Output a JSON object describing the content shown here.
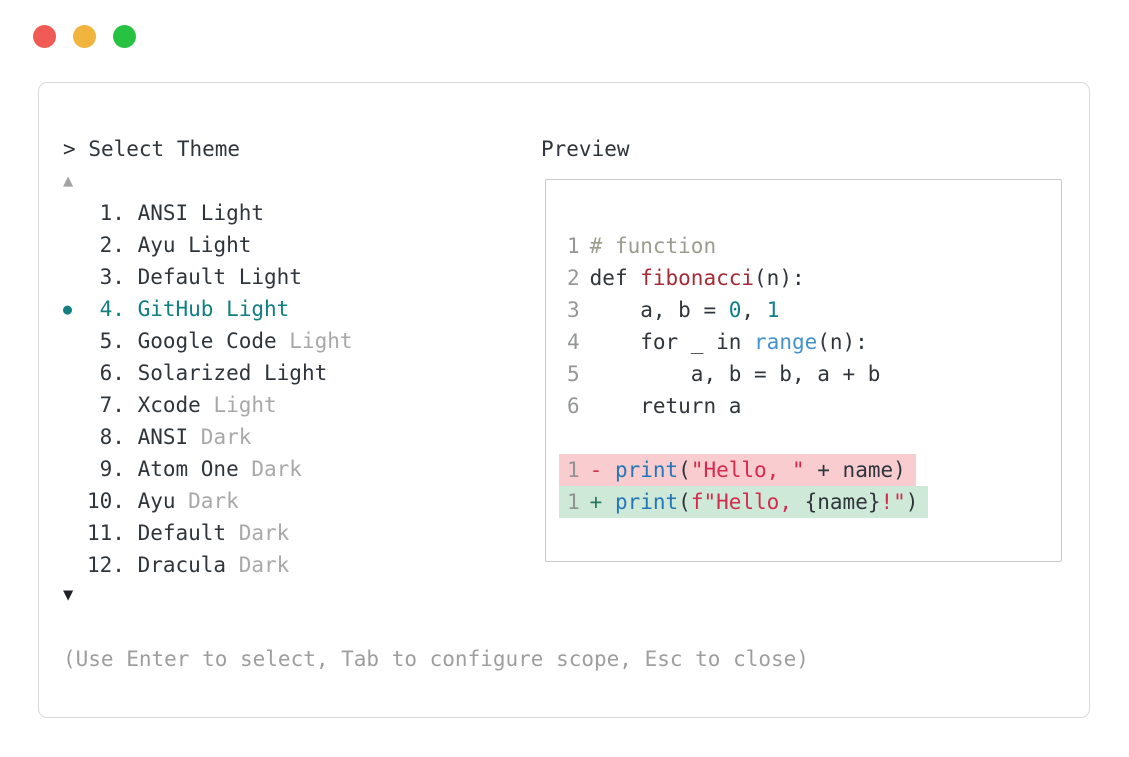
{
  "window": {
    "traffic_lights": [
      {
        "name": "close",
        "color": "#f15b55"
      },
      {
        "name": "minimize",
        "color": "#f1b43e"
      },
      {
        "name": "zoom",
        "color": "#28c242"
      }
    ]
  },
  "prompt": {
    "chevron": ">",
    "title": "Select Theme"
  },
  "scroll_indicators": {
    "up": "▲",
    "down": "▼"
  },
  "theme_list": {
    "selected_bullet": "●",
    "items": [
      {
        "number": "1",
        "name": "ANSI",
        "variant": "Light",
        "variant_dimmed": false,
        "selected": false
      },
      {
        "number": "2",
        "name": "Ayu",
        "variant": "Light",
        "variant_dimmed": false,
        "selected": false
      },
      {
        "number": "3",
        "name": "Default",
        "variant": "Light",
        "variant_dimmed": false,
        "selected": false
      },
      {
        "number": "4",
        "name": "GitHub",
        "variant": "Light",
        "variant_dimmed": false,
        "selected": true
      },
      {
        "number": "5",
        "name": "Google Code",
        "variant": "Light",
        "variant_dimmed": true,
        "selected": false
      },
      {
        "number": "6",
        "name": "Solarized",
        "variant": "Light",
        "variant_dimmed": false,
        "selected": false
      },
      {
        "number": "7",
        "name": "Xcode",
        "variant": "Light",
        "variant_dimmed": true,
        "selected": false
      },
      {
        "number": "8",
        "name": "ANSI",
        "variant": "Dark",
        "variant_dimmed": true,
        "selected": false
      },
      {
        "number": "9",
        "name": "Atom One",
        "variant": "Dark",
        "variant_dimmed": true,
        "selected": false
      },
      {
        "number": "10",
        "name": "Ayu",
        "variant": "Dark",
        "variant_dimmed": true,
        "selected": false
      },
      {
        "number": "11",
        "name": "Default",
        "variant": "Dark",
        "variant_dimmed": true,
        "selected": false
      },
      {
        "number": "12",
        "name": "Dracula",
        "variant": "Dark",
        "variant_dimmed": true,
        "selected": false
      }
    ]
  },
  "preview": {
    "label": "Preview",
    "code_lines": [
      {
        "ln": "1",
        "tokens": [
          {
            "t": "# function",
            "c": "comment"
          }
        ]
      },
      {
        "ln": "2",
        "tokens": [
          {
            "t": "def ",
            "c": "plain"
          },
          {
            "t": "fibonacci",
            "c": "funcname"
          },
          {
            "t": "(n):",
            "c": "plain"
          }
        ]
      },
      {
        "ln": "3",
        "tokens": [
          {
            "t": "    a, b = ",
            "c": "plain"
          },
          {
            "t": "0",
            "c": "num"
          },
          {
            "t": ", ",
            "c": "plain"
          },
          {
            "t": "1",
            "c": "num"
          }
        ]
      },
      {
        "ln": "4",
        "tokens": [
          {
            "t": "    for _ in ",
            "c": "plain"
          },
          {
            "t": "range",
            "c": "range"
          },
          {
            "t": "(n):",
            "c": "plain"
          }
        ]
      },
      {
        "ln": "5",
        "tokens": [
          {
            "t": "        a, b = b, a + b",
            "c": "plain"
          }
        ]
      },
      {
        "ln": "6",
        "tokens": [
          {
            "t": "    return a",
            "c": "plain"
          }
        ]
      }
    ],
    "diff_lines": [
      {
        "ln": "1",
        "kind": "removed",
        "bg": "#f9cdd0",
        "tokens": [
          {
            "t": "- ",
            "c": "minus"
          },
          {
            "t": "print",
            "c": "print"
          },
          {
            "t": "(",
            "c": "plain"
          },
          {
            "t": "\"Hello, \"",
            "c": "string"
          },
          {
            "t": " + name",
            "c": "plain"
          },
          {
            "t": ")",
            "c": "plain"
          }
        ]
      },
      {
        "ln": "1",
        "kind": "added",
        "bg": "#cfe9d9",
        "tokens": [
          {
            "t": "+ ",
            "c": "plus"
          },
          {
            "t": "print",
            "c": "print"
          },
          {
            "t": "(",
            "c": "plain"
          },
          {
            "t": "f\"Hello, ",
            "c": "string"
          },
          {
            "t": "{name}",
            "c": "plain"
          },
          {
            "t": "!\"",
            "c": "string"
          },
          {
            "t": ")",
            "c": "plain"
          }
        ]
      }
    ]
  },
  "footer": {
    "hint": "(Use Enter to select, Tab to configure scope, Esc to close)"
  },
  "colors": {
    "accent_teal": "#117e80",
    "text_dark": "#2f353b",
    "text_dim": "#a8a8a8",
    "panel_border": "#d9d9d9",
    "preview_border": "#c9c9c9",
    "diff_removed_bg": "#f9cdd0",
    "diff_added_bg": "#cfe9d9"
  }
}
